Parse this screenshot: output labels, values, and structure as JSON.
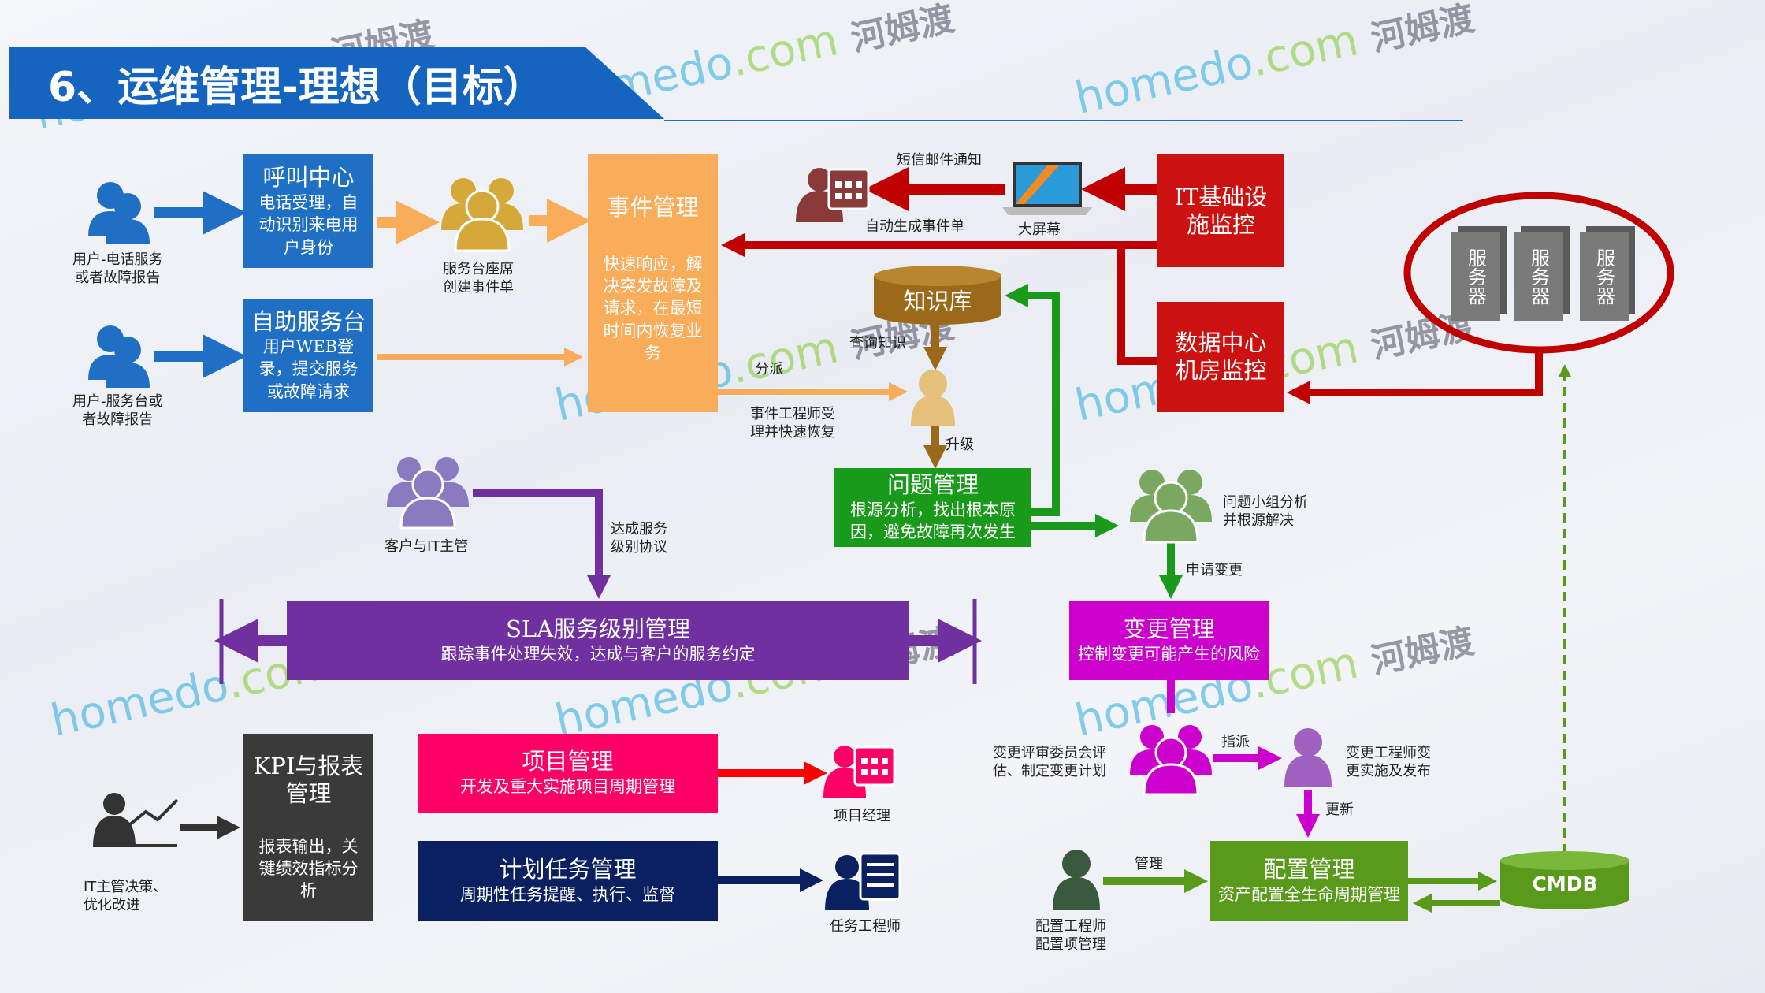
{
  "title": "6、运维管理-理想（目标）",
  "watermark": {
    "brand": "homedo",
    "domain": ".com",
    "cn": "河姆渡"
  },
  "colors": {
    "blue": "#1f6fc5",
    "orange": "#f9ac5a",
    "red": "#c00000",
    "green": "#1a9a1a",
    "purple": "#7030a0",
    "magenta": "#cc00cc",
    "pink": "#ff0066",
    "navy": "#0b2060",
    "olive": "#5a9a1a",
    "brown": "#9a6a1a"
  },
  "actors": {
    "user_phone": "用户-电话服务\n或者故障报告",
    "user_desk": "用户-服务台或\n者故障报告",
    "desk_agent": "服务台座席\n创建事件单",
    "big_screen": "大屏幕",
    "incident_engineer": "事件工程师受\n理并快速恢复",
    "problem_team": "问题小组分析\n并根源解决",
    "customer_it": "客户与IT主管",
    "cab": "变更评审委员会评\n估、制定变更计划",
    "change_engineer": "变更工程师变\n更实施及发布",
    "project_manager": "项目经理",
    "task_engineer": "任务工程师",
    "it_manager": "IT主管决策、\n优化改进",
    "config_engineer": "配置工程师\n配置项管理"
  },
  "boxes": {
    "call_center": {
      "title": "呼叫中心",
      "desc": "电话受理，自动识别来电用户身份"
    },
    "self_service": {
      "title": "自助服务台",
      "desc": "用户WEB登录，提交服务或故障请求"
    },
    "incident": {
      "title": "事件管理",
      "desc": "快速响应，解决突发故障及请求，在最短时间内恢复业务"
    },
    "it_infra": {
      "title": "IT基础设施监控"
    },
    "datacenter": {
      "title": "数据中心机房监控"
    },
    "knowledge": {
      "title": "知识库"
    },
    "problem": {
      "title": "问题管理",
      "desc": "根源分析，找出根本原因，避免故障再次发生"
    },
    "sla": {
      "title": "SLA服务级别管理",
      "desc": "跟踪事件处理失效，达成与客户的服务约定"
    },
    "change": {
      "title": "变更管理",
      "desc": "控制变更可能产生的风险"
    },
    "kpi": {
      "title": "KPI与报表管理",
      "desc": "报表输出，关键绩效指标分析"
    },
    "project": {
      "title": "项目管理",
      "desc": "开发及重大实施项目周期管理"
    },
    "plan": {
      "title": "计划任务管理",
      "desc": "周期性任务提醒、执行、监督"
    },
    "config": {
      "title": "配置管理",
      "desc": "资产配置全生命周期管理"
    },
    "cmdb": {
      "title": "CMDB"
    },
    "servers": [
      "服务器",
      "服务器",
      "服务器"
    ]
  },
  "edges": {
    "sms_notify": "短信邮件通知",
    "auto_ticket": "自动生成事件单",
    "query_knowledge": "查询知识",
    "dispatch": "分派",
    "escalate": "升级",
    "apply_change": "申请变更",
    "sla_agree": "达成服务\n级别协议",
    "assign": "指派",
    "update": "更新",
    "manage": "管理"
  }
}
